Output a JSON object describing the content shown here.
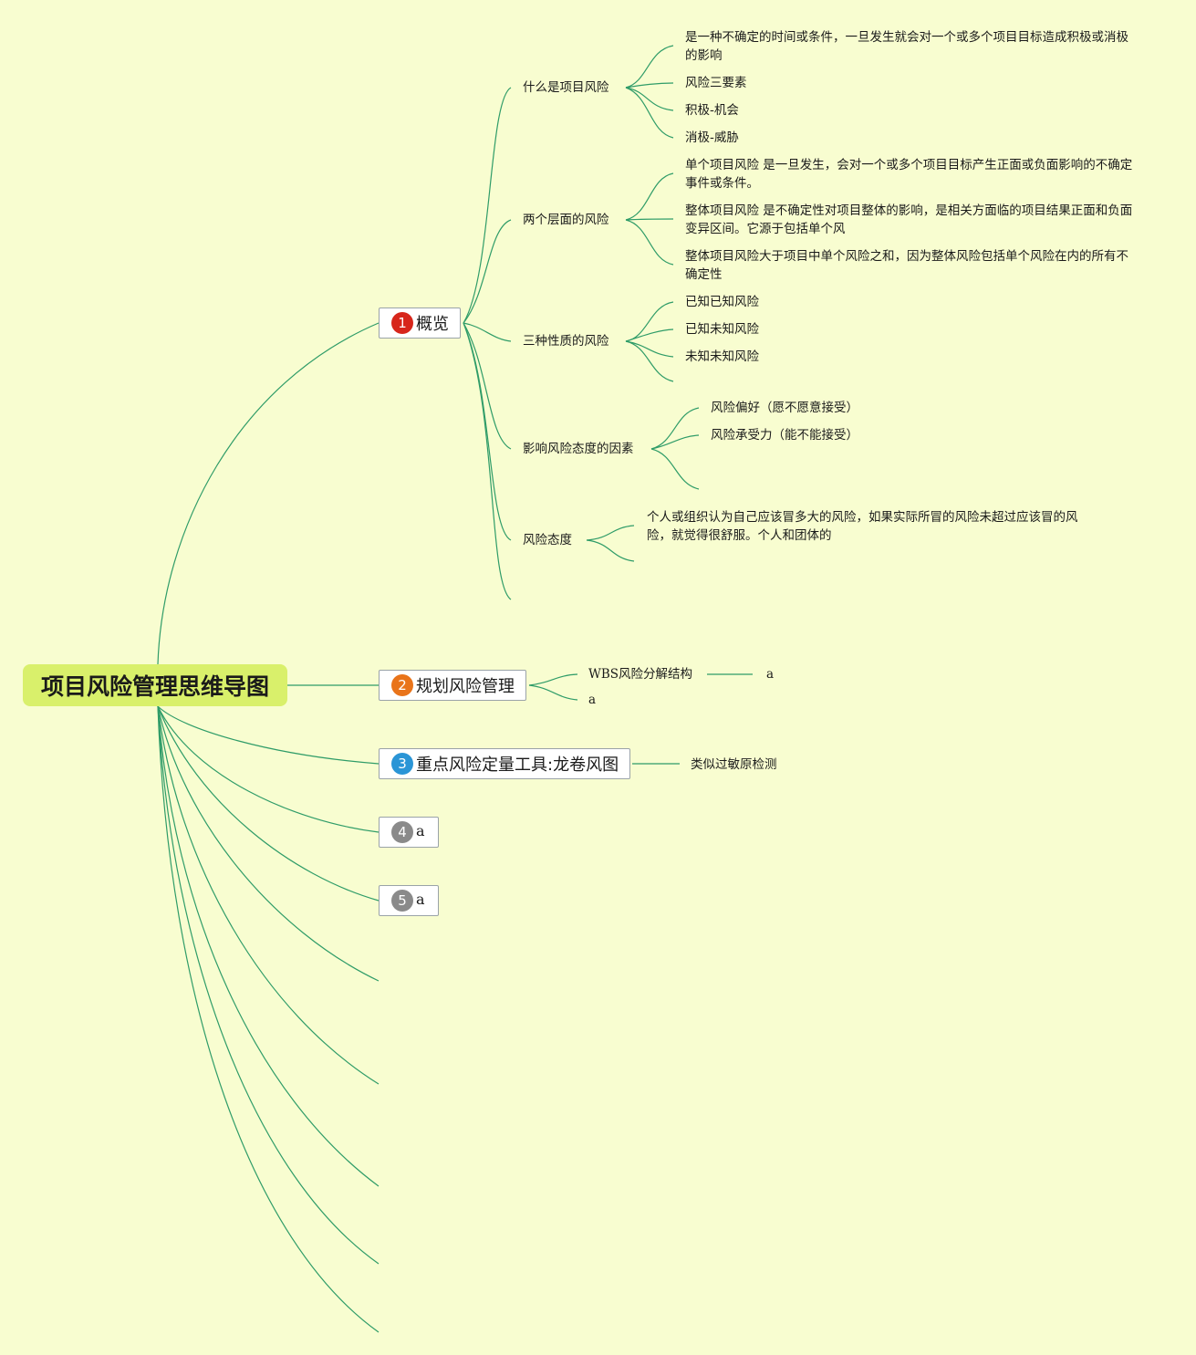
{
  "root": {
    "title": "项目风险管理思维导图"
  },
  "branches": [
    {
      "number": "1",
      "label": "概览",
      "children": [
        {
          "label": "什么是项目风险",
          "children": [
            "是一种不确定的时间或条件，一旦发生就会对一个或多个项目目标造成积极或消极的影响",
            "风险三要素",
            "积极-机会",
            "消极-威胁"
          ]
        },
        {
          "label": "两个层面的风险",
          "children": [
            "单个项目风险 是一旦发生，会对一个或多个项目目标产生正面或负面影响的不确定事件或条件。",
            "整体项目风险 是不确定性对项目整体的影响，是相关方面临的项目结果正面和负面变异区间。它源于包括单个风",
            "整体项目风险大于项目中单个风险之和，因为整体风险包括单个风险在内的所有不确定性"
          ]
        },
        {
          "label": "三种性质的风险",
          "children": [
            "已知已知风险",
            "已知未知风险",
            "未知未知风险"
          ]
        },
        {
          "label": "影响风险态度的因素",
          "children": [
            "风险偏好（愿不愿意接受）",
            "风险承受力（能不能接受）"
          ]
        },
        {
          "label": "风险态度",
          "children": [
            "个人或组织认为自己应该冒多大的风险，如果实际所冒的风险未超过应该冒的风险，就觉得很舒服。个人和团体的"
          ]
        }
      ]
    },
    {
      "number": "2",
      "label": "规划风险管理",
      "children": [
        {
          "label": "WBS风险分解结构",
          "children": [
            "a"
          ]
        },
        {
          "label": "a"
        }
      ]
    },
    {
      "number": "3",
      "label": "重点风险定量工具:龙卷风图",
      "children": [
        {
          "label": "类似过敏原检测"
        }
      ]
    },
    {
      "number": "4",
      "label": "a"
    },
    {
      "number": "5",
      "label": "a"
    }
  ]
}
